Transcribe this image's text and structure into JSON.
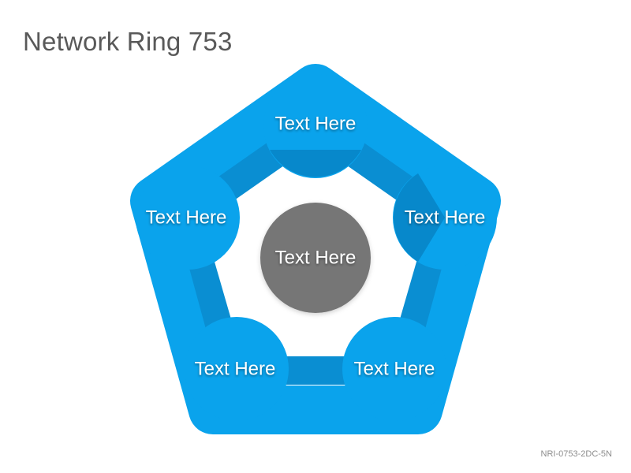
{
  "title": "Network Ring 753",
  "center": {
    "label": "Text Here",
    "color": "#767676"
  },
  "nodes": [
    {
      "label": "Text Here"
    },
    {
      "label": "Text Here"
    },
    {
      "label": "Text Here"
    },
    {
      "label": "Text Here"
    },
    {
      "label": "Text Here"
    }
  ],
  "colors": {
    "ring_outer": "#0aa3ec",
    "ring_inner": "#0a8ed2",
    "node_fill": "#0aa3ec",
    "node_shade": "#0784c6"
  },
  "code": "NRI-0753-2DC-5N"
}
